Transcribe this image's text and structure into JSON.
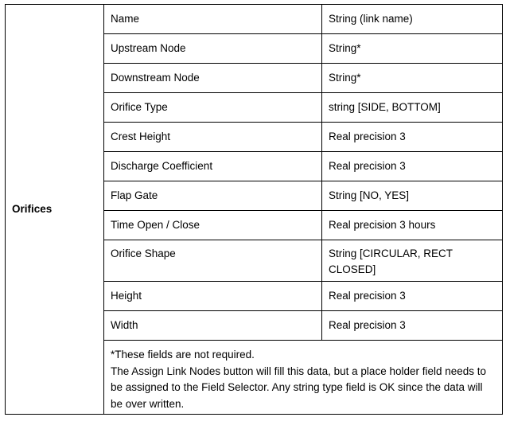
{
  "table": {
    "group_label": "Orifices",
    "rows": [
      {
        "field": "Name",
        "type": "String (link name)"
      },
      {
        "field": "Upstream Node",
        "type": "String*"
      },
      {
        "field": "Downstream Node",
        "type": "String*"
      },
      {
        "field": "Orifice Type",
        "type": "string [SIDE, BOTTOM]"
      },
      {
        "field": "Crest Height",
        "type": "Real precision 3"
      },
      {
        "field": "Discharge Coefficient",
        "type": "Real precision 3"
      },
      {
        "field": "Flap Gate",
        "type": "String [NO, YES]"
      },
      {
        "field": "Time Open / Close",
        "type": "Real precision 3 hours"
      },
      {
        "field": "Orifice Shape",
        "type": "String [CIRCULAR, RECT CLOSED]"
      },
      {
        "field": "Height",
        "type": "Real precision 3"
      },
      {
        "field": "Width",
        "type": "Real precision 3"
      }
    ],
    "note": {
      "line1": "*These fields are not required.",
      "line2": "The Assign Link Nodes button will fill this data, but a place holder field needs to be assigned to the Field Selector.  Any string type field is OK since the data will be over written."
    }
  }
}
